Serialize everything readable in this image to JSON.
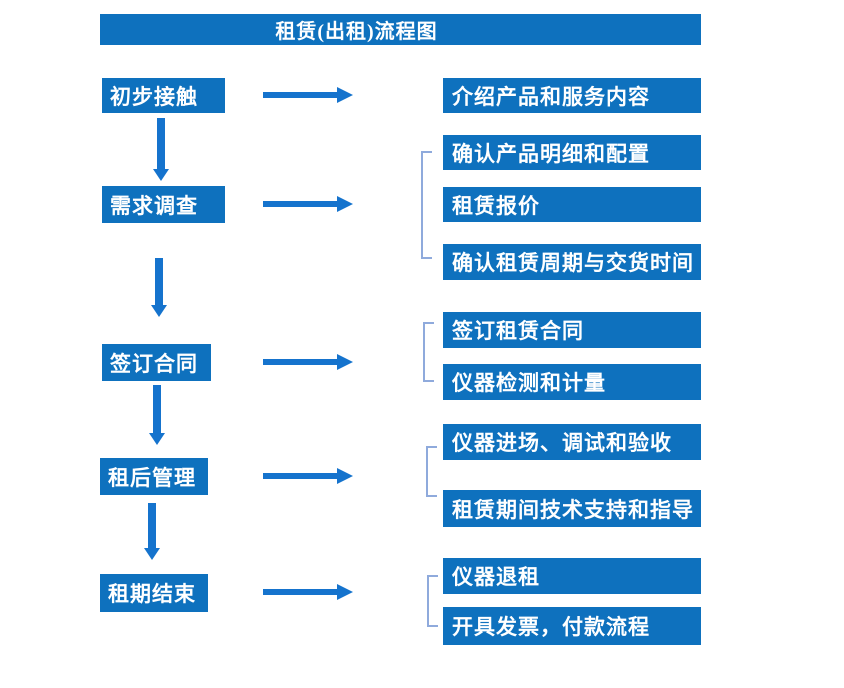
{
  "title": "租赁(出租)流程图",
  "colors": {
    "primary": "#0e71be",
    "arrow": "#1573cd",
    "bracket": "#8faadc",
    "text": "#ffffff",
    "background": "#ffffff"
  },
  "stages": [
    {
      "label": "初步接触",
      "outputs": [
        "介绍产品和服务内容"
      ]
    },
    {
      "label": "需求调查",
      "outputs": [
        "确认产品明细和配置",
        "租赁报价",
        "确认租赁周期与交货时间"
      ]
    },
    {
      "label": "签订合同",
      "outputs": [
        "签订租赁合同",
        "仪器检测和计量"
      ]
    },
    {
      "label": "租后管理",
      "outputs": [
        "仪器进场、调试和验收",
        "租赁期间技术支持和指导"
      ]
    },
    {
      "label": "租期结束",
      "outputs": [
        "仪器退租",
        "开具发票，付款流程"
      ]
    }
  ]
}
